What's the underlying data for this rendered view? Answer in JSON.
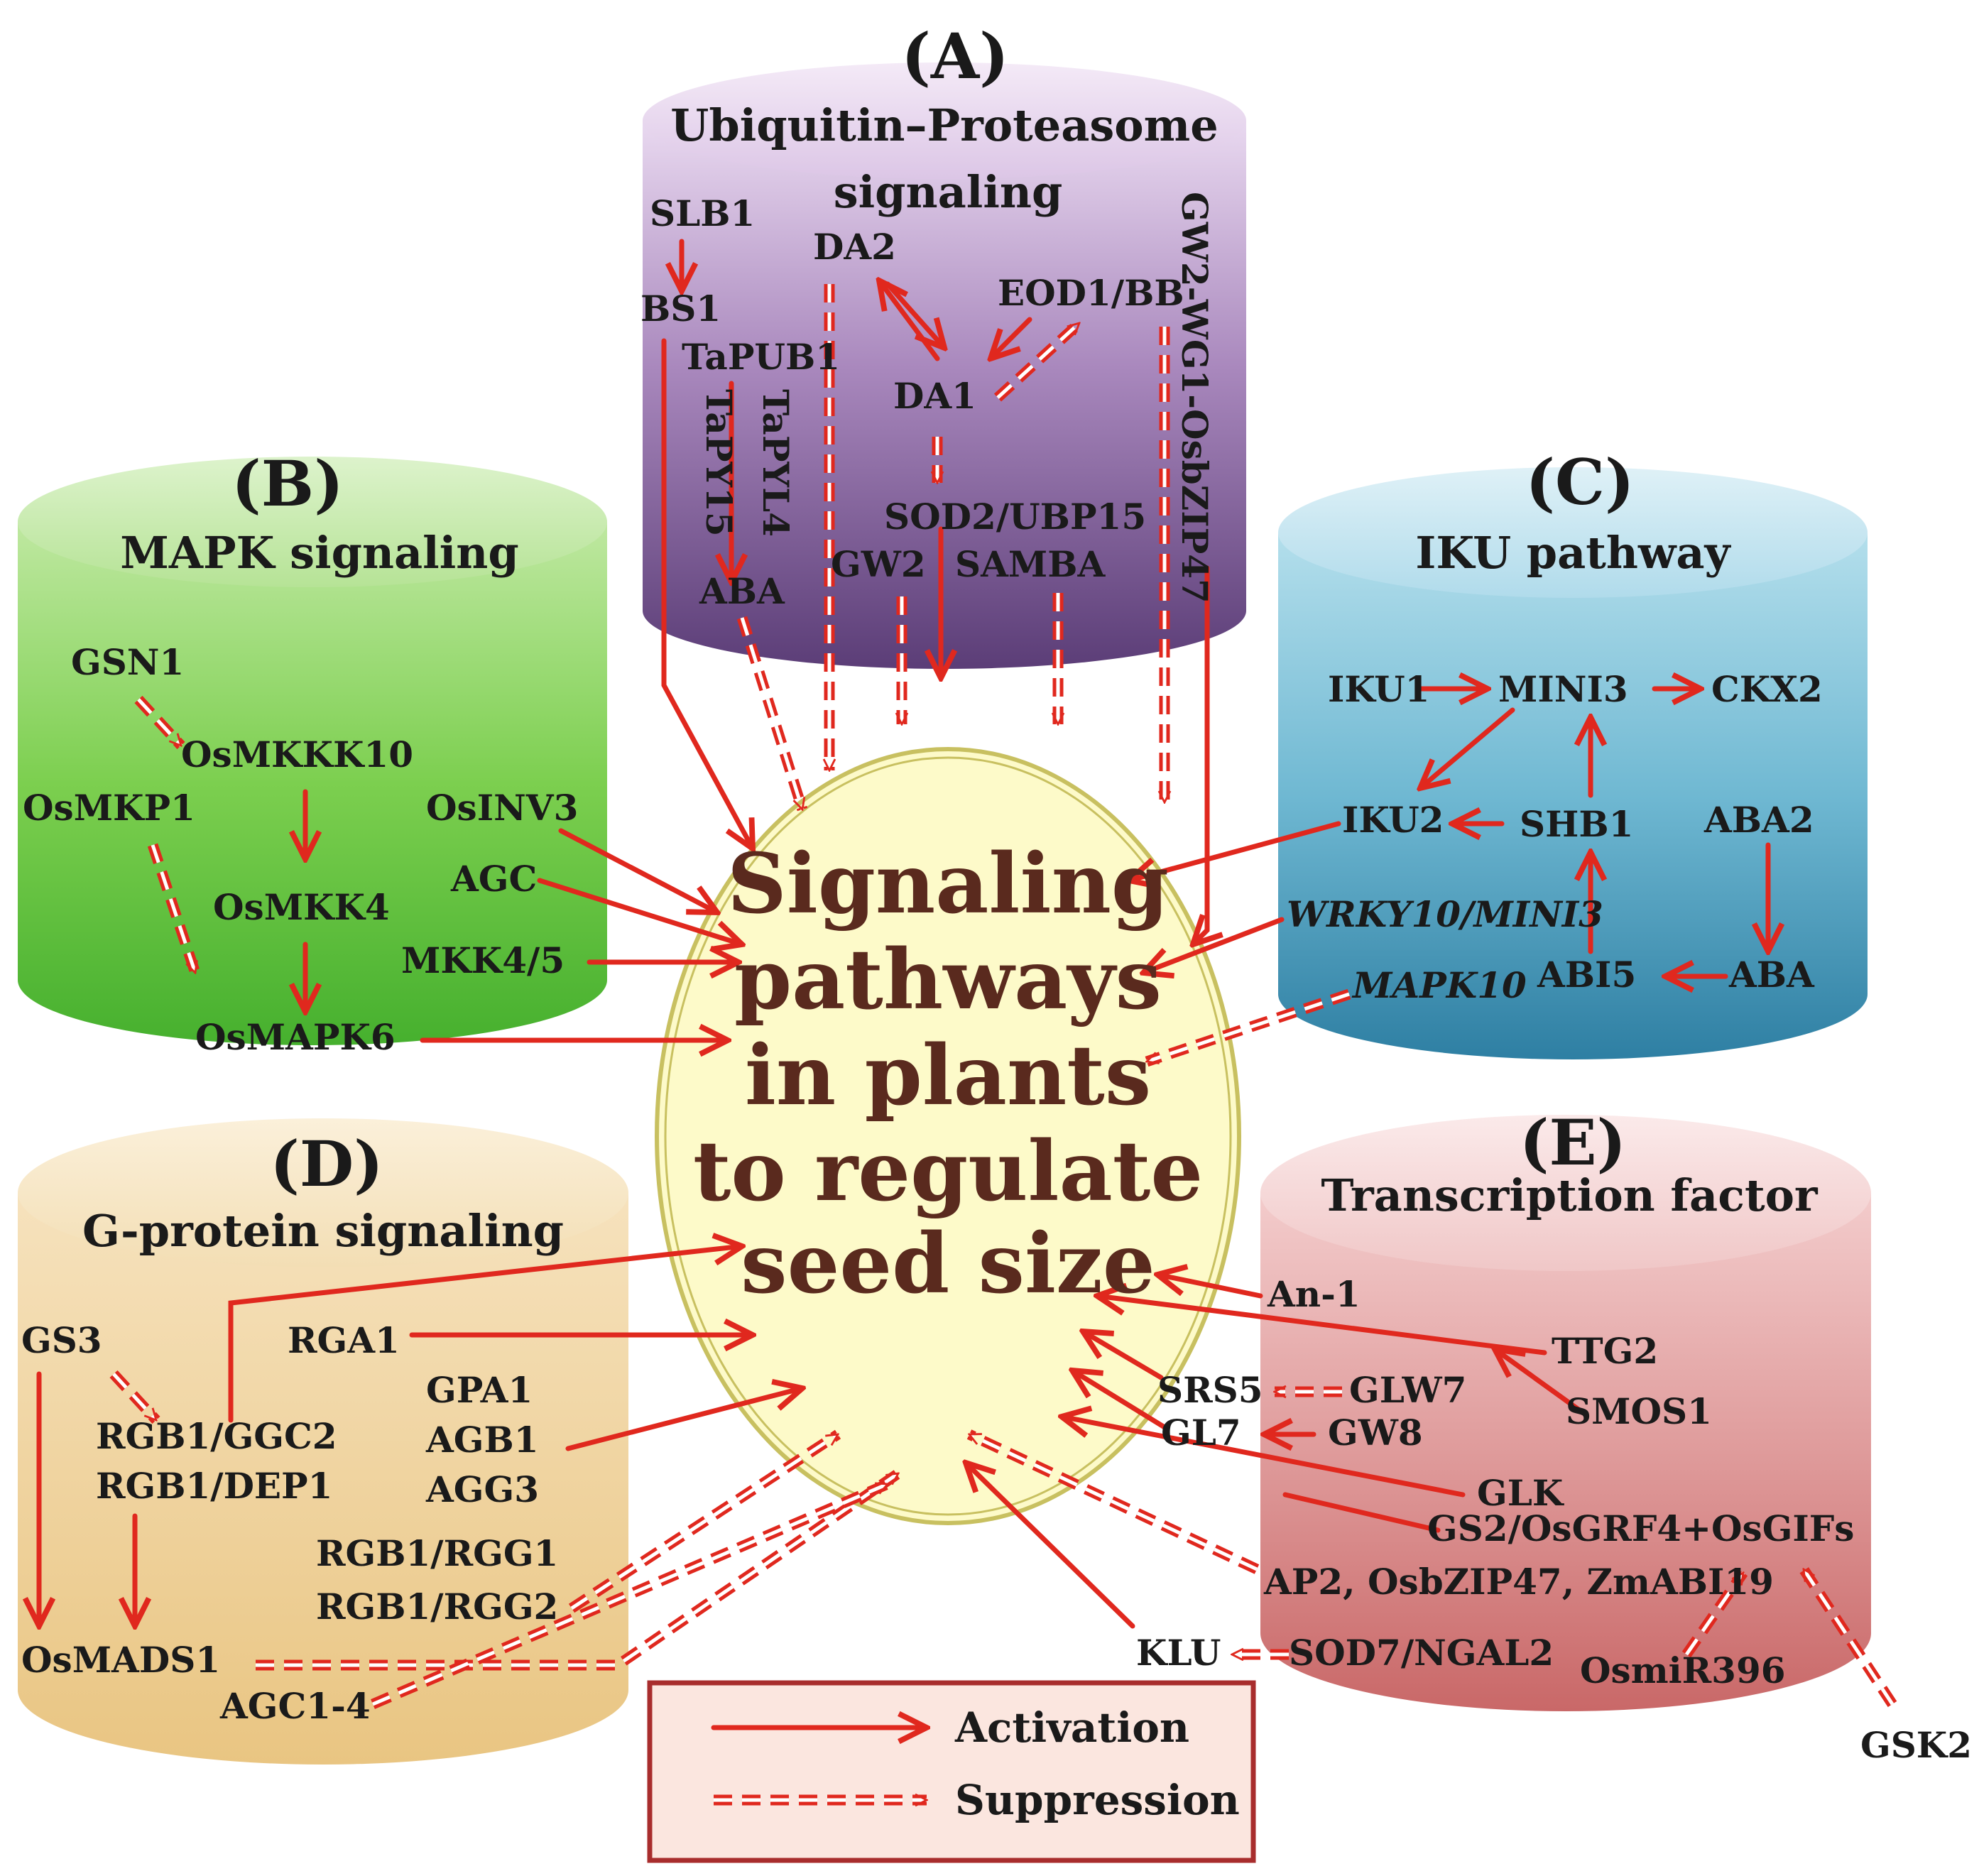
{
  "colors": {
    "activation": "#e0281e",
    "center_fill": "#fdfac9",
    "center_text": "#5a2a1e",
    "panel_A": "#6e4d8c",
    "panel_B": "#5bc13a",
    "panel_C": "#3f96b6",
    "panel_D": "#eccc8c",
    "panel_E": "#cf7878"
  },
  "center": {
    "lines": [
      "Signaling",
      "pathways",
      "in plants",
      "to regulate",
      "seed size"
    ]
  },
  "panels": {
    "A": {
      "letter": "(A)",
      "title_line1": "Ubiquitin–Proteasome",
      "title_line2": "signaling",
      "nodes": {
        "SLB1": "SLB1",
        "BS1": "BS1",
        "DA2": "DA2",
        "TaPUB1": "TaPUB1",
        "TaPYL4": "TaPYL4",
        "TaPY15": "TaPY15",
        "ABA": "ABA",
        "EOD1": "EOD1/BB",
        "DA1": "DA1",
        "SOD2": "SOD2/UBP15",
        "GW2": "GW2",
        "SAMBA": "SAMBA",
        "GW2WG1": "GW2-WG1-OsbZIP47"
      }
    },
    "B": {
      "letter": "(B)",
      "title": "MAPK signaling",
      "nodes": {
        "GSN1": "GSN1",
        "OsMKKK10": "OsMKKK10",
        "OsMKP1": "OsMKP1",
        "OsMKK4": "OsMKK4",
        "OsMAPK6": "OsMAPK6",
        "OsINV3": "OsINV3",
        "AGC": "AGC",
        "MKK45": "MKK4/5"
      }
    },
    "C": {
      "letter": "(C)",
      "title": "IKU pathway",
      "nodes": {
        "IKU1": "IKU1",
        "MINI3": "MINI3",
        "CKX2": "CKX2",
        "IKU2": "IKU2",
        "SHB1": "SHB1",
        "ABA2": "ABA2",
        "WRKY10": "WRKY10/MINI3",
        "ABI5": "ABI5",
        "ABA": "ABA",
        "MAPK10": "MAPK10"
      }
    },
    "D": {
      "letter": "(D)",
      "title": "G-protein  signaling",
      "nodes": {
        "GS3": "GS3",
        "RGA1": "RGA1",
        "GPA1": "GPA1",
        "RGB1GGC2": "RGB1/GGC2",
        "AGB1": "AGB1",
        "RGB1DEP1": "RGB1/DEP1",
        "AGG3": "AGG3",
        "RGB1RGG1": "RGB1/RGG1",
        "RGB1RGG2": "RGB1/RGG2",
        "OsMADS1": "OsMADS1",
        "AGC14": "AGC1-4"
      }
    },
    "E": {
      "letter": "(E)",
      "title": "Transcription  factor",
      "nodes": {
        "An1": "An-1",
        "TTG2": "TTG2",
        "SRS5": "SRS5",
        "GLW7": "GLW7",
        "SMOS1": "SMOS1",
        "GL7": "GL7",
        "GW8": "GW8",
        "GLK": "GLK",
        "GS2": "GS2/OsGRF4+OsGIFs",
        "AP2": "AP2, OsbZIP47, ZmABI19",
        "KLU": "KLU",
        "SOD7": "SOD7/NGAL2",
        "OsmiR396": "OsmiR396",
        "GSK2": "GSK2"
      }
    }
  },
  "legend": {
    "activation": "Activation",
    "suppression": "Suppression"
  }
}
